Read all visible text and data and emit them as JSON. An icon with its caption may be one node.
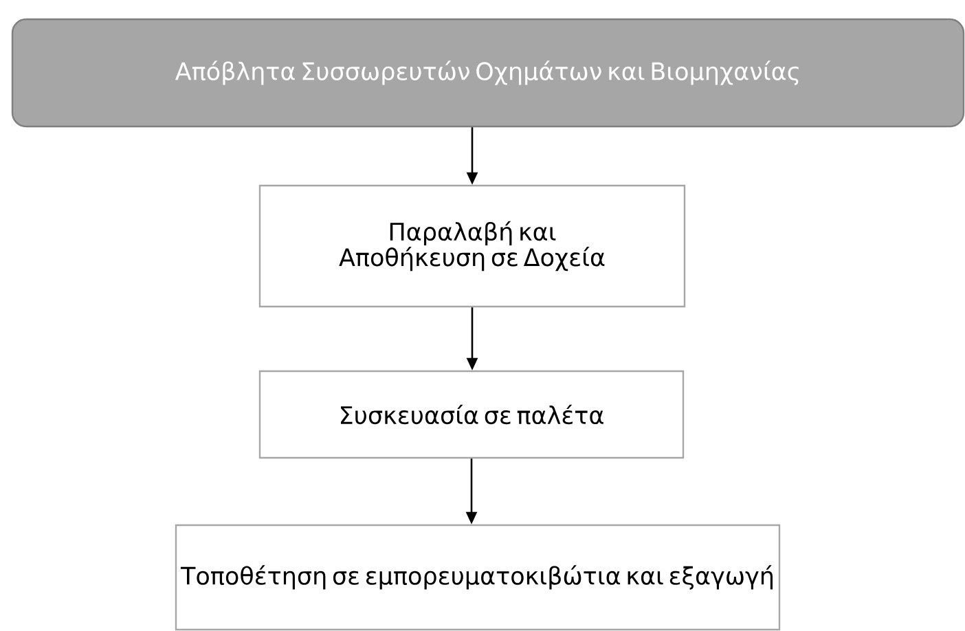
{
  "diagram": {
    "nodes": [
      {
        "text": [
          "Απόβλητα Συσσωρευτών Οχημάτων και Βιομηχανίας"
        ]
      },
      {
        "text": [
          "Παραλαβή και Αποθήκευση σε Δοχεία"
        ]
      },
      {
        "text": [
          "Συσκευασία σε παλέτα"
        ]
      },
      {
        "text": [
          "Τοποθέτηση σε εμπορευματοκιβώτια και εξαγωγή"
        ]
      }
    ],
    "edges": [
      {
        "from": 0,
        "to": 1,
        "arrow": "to"
      },
      {
        "from": 1,
        "to": 2,
        "arrow": "to"
      },
      {
        "from": 2,
        "to": 3,
        "arrow": "to"
      }
    ]
  }
}
